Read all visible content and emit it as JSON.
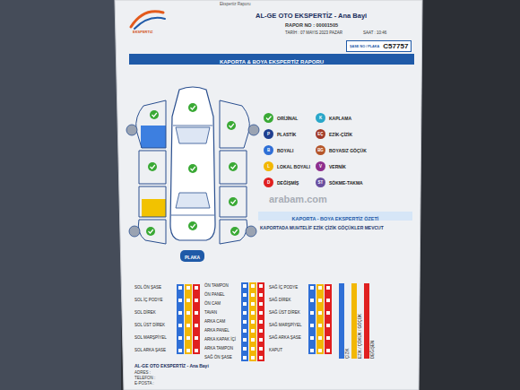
{
  "diagram": {
    "title": "AL-GE OTO EKSPERTİZ - Ana Bayi",
    "nodes": [
      {
        "text": [
          "ŞASE NO / PLAKA",
          "C57757"
        ]
      },
      {
        "text": [
          "KAPORTA & BOYA EKSPERTİZ RAPORU"
        ]
      },
      {
        "text": [
          "KAPORTA - BOYA EKSPERTİZ ÖZETİ"
        ]
      },
      {
        "text": [
          "PLAKA"
        ]
      }
    ],
    "labels": [
      "Ekspertiz Raporu",
      "EKSPERTİZ",
      "RAPOR NO : 00001505",
      "TARİH : 07 MAYIS 2023 PAZAR",
      "SAAT : 10:46",
      "P",
      "B",
      "L",
      "D",
      "K",
      "EÇ",
      "BG",
      "V",
      "ST",
      "KAPORTADA MUHTELİF EZİK ÇİZİK GÖÇÜKLER MEVCUT",
      "SOL ÖN ŞASE",
      "SOL İÇ PODYE",
      "SOL DİREK",
      "SOL ÜST DİREK",
      "SOL MARŞPİYEL",
      "SOL ARKA ŞASE",
      "ÖN TAMPON",
      "ÖN PANEL",
      "ÖN CAM",
      "TAVAN",
      "ARKA CAM",
      "ARKA PANEL",
      "ARKA KAPAK İÇİ",
      "ARKA TAMPON",
      "SAĞ ÖN ŞASE",
      "SAĞ İÇ PODYE",
      "SAĞ DİREK",
      "SAĞ ÜST DİREK",
      "SAĞ MARŞPİYEL",
      "SAĞ ARKA ŞASE",
      "KAPUT",
      "ÇİZİK",
      "EZİK / ÇÖKÜK / GÖÇÜK",
      "DEĞİŞEN",
      "arabam.com",
      "AL-GE OTO EKSPERTİZ - Ana Bayi",
      "ADRES :",
      "TELEFON :",
      "E-POSTA :"
    ],
    "legend": [
      {
        "text": "ORİJİNAL",
        "color": "#3aa935"
      },
      {
        "text": "KAPLAMA",
        "color": "#2aa7c9"
      },
      {
        "text": "PLASTİK",
        "color": "#1f3f8f"
      },
      {
        "text": "EZİK-ÇİZİK",
        "color": "#a23b2a"
      },
      {
        "text": "BOYALI",
        "color": "#2f6fd6"
      },
      {
        "text": "BOYASIZ GÖÇÜK",
        "color": "#b5562a"
      },
      {
        "text": "LOKAL BOYALI",
        "color": "#f2b705"
      },
      {
        "text": "VERNİK",
        "color": "#8e2f8e"
      },
      {
        "text": "DEĞİŞMİŞ",
        "color": "#e02020"
      },
      {
        "text": "SÖKME-TAKMA",
        "color": "#6a4fa0"
      }
    ]
  }
}
